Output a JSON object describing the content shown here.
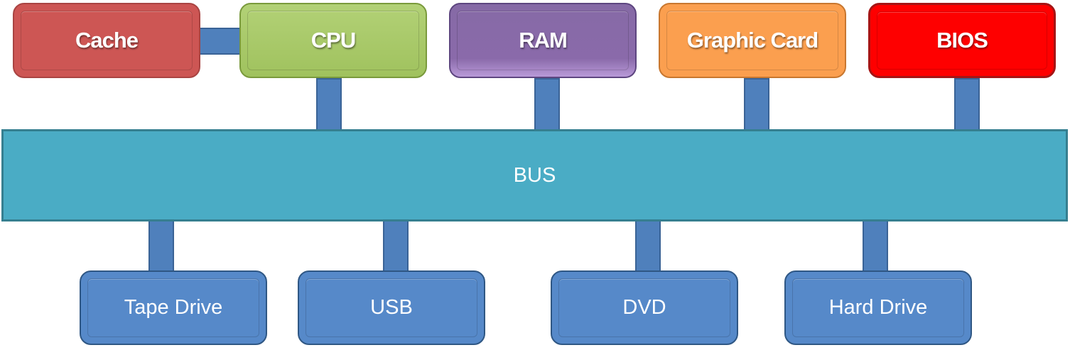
{
  "diagram": {
    "bus": {
      "label": "BUS",
      "color": "#4aacc5"
    },
    "top_components": [
      {
        "label": "Cache",
        "color": "#cd5654",
        "connects_to": "CPU"
      },
      {
        "label": "CPU",
        "color": "#a6c765",
        "connects_to": "BUS"
      },
      {
        "label": "RAM",
        "color": "#8a6aaa",
        "connects_to": "BUS"
      },
      {
        "label": "Graphic Card",
        "color": "#fb9f4f",
        "connects_to": "BUS"
      },
      {
        "label": "BIOS",
        "color": "#fe0000",
        "connects_to": "BUS"
      }
    ],
    "bottom_components": [
      {
        "label": "Tape Drive",
        "color": "#5689c9",
        "connects_to": "BUS"
      },
      {
        "label": "USB",
        "color": "#5689c9",
        "connects_to": "BUS"
      },
      {
        "label": "DVD",
        "color": "#5689c9",
        "connects_to": "BUS"
      },
      {
        "label": "Hard Drive",
        "color": "#5689c9",
        "connects_to": "BUS"
      }
    ],
    "connector_color": "#4f80bc"
  }
}
